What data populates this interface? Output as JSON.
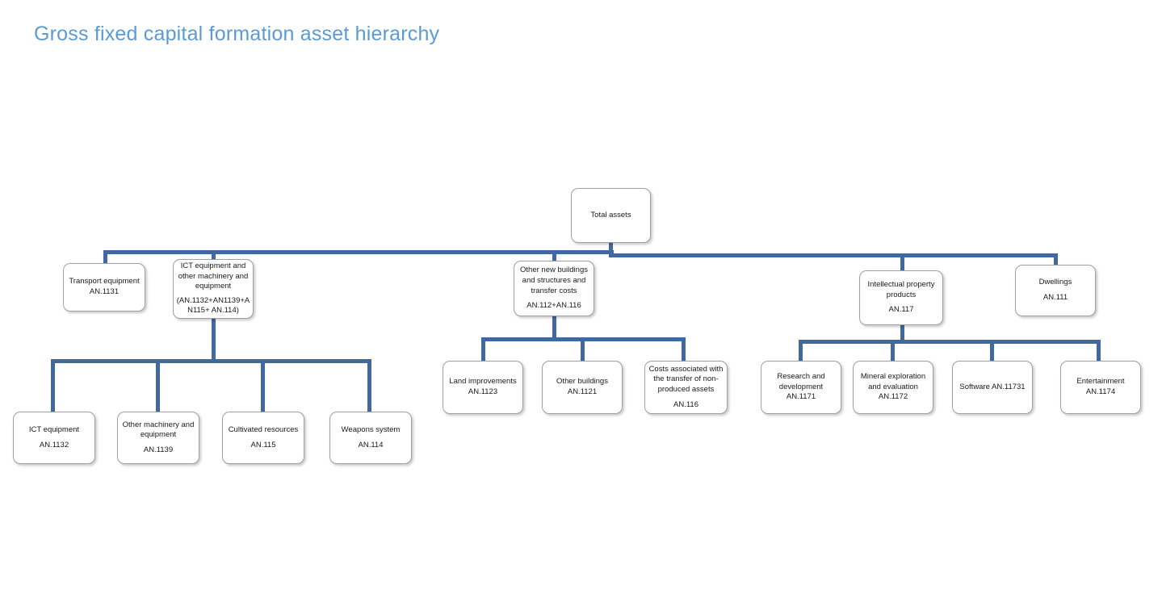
{
  "page": {
    "title": "Gross fixed capital formation asset hierarchy",
    "title_color": "#5b9bd5",
    "connector_color": "#41699f",
    "box_border_color": "#a0a0a0",
    "background": "#ffffff"
  },
  "nodes": {
    "root": {
      "label": "Total assets"
    },
    "level2": [
      {
        "name": "transport-equipment",
        "lines": [
          "Transport equipment",
          "AN.1131"
        ]
      },
      {
        "name": "ict-and-other-machinery",
        "lines": [
          "ICT  equipment and",
          "other machinery and",
          "equipment"
        ],
        "code_lines": [
          "(AN.1132+AN1139+A",
          "N115+ AN.114)"
        ]
      },
      {
        "name": "other-new-buildings",
        "lines": [
          "Other  new buildings",
          "and structures and",
          "transfer costs"
        ],
        "code_lines": [
          "AN.112+AN.116"
        ]
      },
      {
        "name": "intellectual-property-products",
        "lines": [
          "Intellectual property",
          "products"
        ],
        "code_lines": [
          "AN.117"
        ]
      },
      {
        "name": "dwellings",
        "lines": [
          "Dwellings"
        ],
        "code_lines": [
          "AN.111"
        ]
      }
    ],
    "ict_children": [
      {
        "name": "ict-equipment",
        "lines": [
          "ICT equipment"
        ],
        "code_lines": [
          "AN.1132"
        ]
      },
      {
        "name": "other-machinery-and-equipment",
        "lines": [
          "Other machinery and",
          "equipment"
        ],
        "code_lines": [
          "AN.1139"
        ]
      },
      {
        "name": "cultivated-resources",
        "lines": [
          "Cultivated resources"
        ],
        "code_lines": [
          "AN.115"
        ]
      },
      {
        "name": "weapons-system",
        "lines": [
          "Weapons system"
        ],
        "code_lines": [
          "AN.114"
        ]
      }
    ],
    "buildings_children": [
      {
        "name": "land-improvements",
        "lines": [
          "Land improvements",
          "AN.1123"
        ]
      },
      {
        "name": "other-buildings",
        "lines": [
          "Other buildings",
          "AN.1121"
        ]
      },
      {
        "name": "costs-transfer-non-produced-assets",
        "lines": [
          "Costs associated with",
          "the transfer of non-",
          "produced assets"
        ],
        "code_lines": [
          "AN.116"
        ]
      }
    ],
    "ipp_children": [
      {
        "name": "research-and-development",
        "lines": [
          "Research and",
          "development",
          "AN.1171"
        ]
      },
      {
        "name": "mineral-exploration-and-evaluation",
        "lines": [
          "Mineral exploration",
          "and evaluation",
          "AN.1172"
        ]
      },
      {
        "name": "software",
        "lines": [
          "Software AN.11731"
        ]
      },
      {
        "name": "entertainment",
        "lines": [
          "Entertainment",
          "AN.1174"
        ]
      }
    ]
  }
}
